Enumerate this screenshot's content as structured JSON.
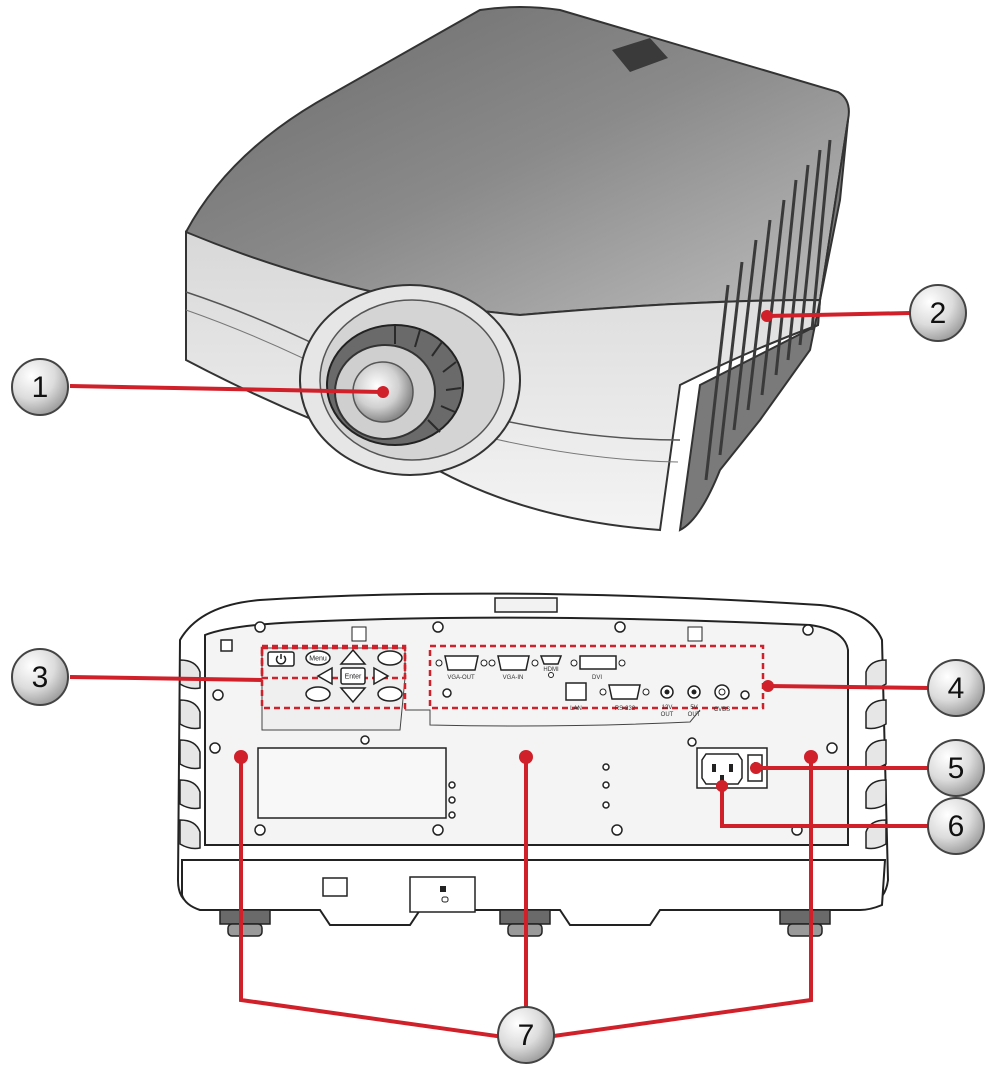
{
  "colors": {
    "callout_line": "#d0202a",
    "callout_fill": "#d9d9d9",
    "body_dark": "#5e5e5e",
    "body_light": "#c9c9c9",
    "panel_bg": "#f2f2f2"
  },
  "callouts": {
    "c1": "1",
    "c2": "2",
    "c3": "3",
    "c4": "4",
    "c5": "5",
    "c6": "6",
    "c7": "7"
  },
  "keypad": {
    "menu": "Menu",
    "enter": "Enter"
  },
  "ports": {
    "vga_out": "VGA-OUT",
    "vga_in": "VGA-IN",
    "hdmi": "HDMI",
    "dvi": "DVI",
    "lan": "LAN",
    "rs232": "RS-232",
    "out12v_a": "12V",
    "out12v_b": "OUT",
    "out5v_a": "5V",
    "out5v_b": "OUT",
    "cvbs": "CVBS"
  },
  "icons": {
    "power": "power-icon",
    "arrows": [
      "arrow-up-icon",
      "arrow-down-icon",
      "arrow-left-icon",
      "arrow-right-icon"
    ],
    "lock": "kensington-lock-icon"
  }
}
